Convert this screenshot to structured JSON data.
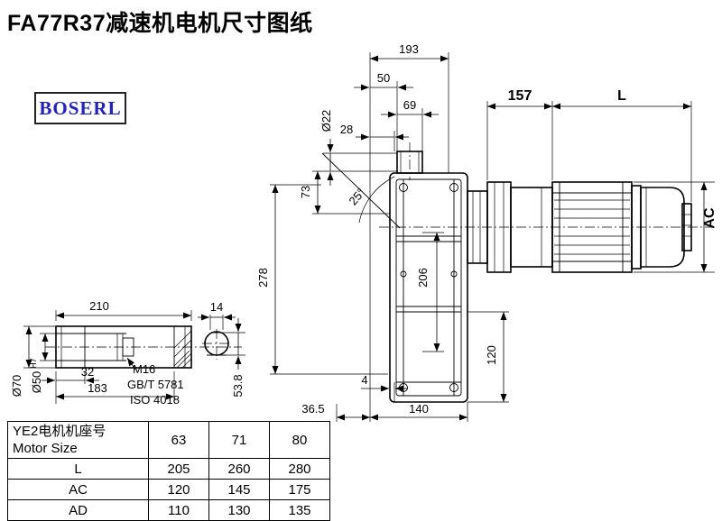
{
  "title": "FA77R37减速机电机尺寸图纸",
  "logo": {
    "text": "BOSERL",
    "color": "#2222bb"
  },
  "dims": {
    "d193": "193",
    "d50": "50",
    "d69": "69",
    "d28": "28",
    "dia22": "Ø22",
    "d73": "73",
    "angle25": "25°",
    "d278": "278",
    "d157": "157",
    "dL": "L",
    "dAC": "AC",
    "d206": "206",
    "d120": "120",
    "d4": "4",
    "d36_5": "36.5",
    "d140": "140",
    "d210": "210",
    "d14": "14",
    "dia70": "Ø70",
    "dia50": "Ø50",
    "tol": "H7",
    "d32": "32",
    "d183": "183",
    "d53_8": "53.8"
  },
  "notes": {
    "bolt": "M16",
    "std1": "GB/T 5781",
    "std2": "ISO 4018"
  },
  "table": {
    "header_label_cn": "YE2电机机座号",
    "header_label_en": "Motor Size",
    "sizes": [
      "63",
      "71",
      "80"
    ],
    "rows": [
      {
        "label": "L",
        "values": [
          "205",
          "260",
          "280"
        ]
      },
      {
        "label": "AC",
        "values": [
          "120",
          "145",
          "175"
        ]
      },
      {
        "label": "AD",
        "values": [
          "110",
          "130",
          "135"
        ]
      }
    ]
  }
}
